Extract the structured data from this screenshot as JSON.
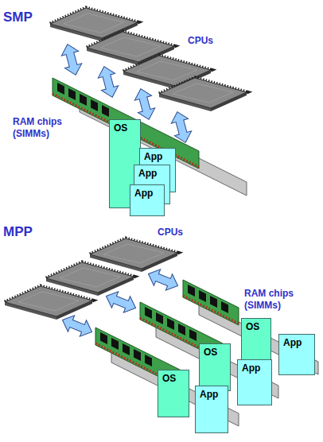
{
  "diagram": {
    "nodes": [
      {
        "text": [
          "OS"
        ]
      },
      {
        "text": [
          "App"
        ]
      },
      {
        "text": [
          "App"
        ]
      },
      {
        "text": [
          "App"
        ]
      },
      {
        "text": [
          "OS"
        ]
      },
      {
        "text": [
          "App"
        ]
      },
      {
        "text": [
          "OS"
        ]
      },
      {
        "text": [
          "App"
        ]
      },
      {
        "text": [
          "OS"
        ]
      },
      {
        "text": [
          "App"
        ]
      }
    ],
    "labels": [
      "SMP",
      "CPUs",
      "RAM chips (SIMMs)",
      "MPP",
      "CPUs",
      "RAM chips (SIMMs)"
    ]
  }
}
